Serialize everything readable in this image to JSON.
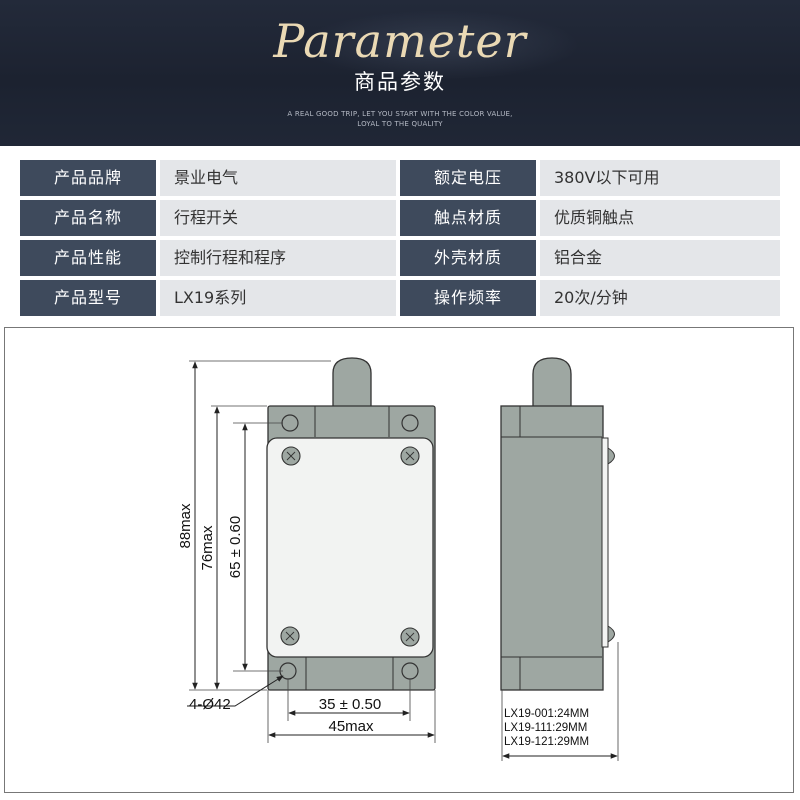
{
  "header": {
    "title_script": "Parameter",
    "title_cn": "商品参数",
    "tagline_line1": "A REAL GOOD TRIP, LET YOU START WITH THE COLOR VALUE,",
    "tagline_line2": "LOYAL TO THE QUALITY"
  },
  "params": [
    {
      "label1": "产品品牌",
      "value1": "景业电气",
      "label2": "额定电压",
      "value2": "380V以下可用"
    },
    {
      "label1": "产品名称",
      "value1": "行程开关",
      "label2": "触点材质",
      "value2": "优质铜触点"
    },
    {
      "label1": "产品性能",
      "value1": "控制行程和程序",
      "label2": "外壳材质",
      "value2": "铝合金"
    },
    {
      "label1": "产品型号",
      "value1": "LX19系列",
      "label2": "操作频率",
      "value2": "20次/分钟"
    }
  ],
  "drawing": {
    "dim_88": "88max",
    "dim_76": "76max",
    "dim_65": "65 ± 0.60",
    "dim_35": "35 ± 0.50",
    "dim_45": "45max",
    "dim_hole": "4-Ø42",
    "models": [
      "LX19-001:24MM",
      "LX19-111:29MM",
      "LX19-121:29MM"
    ]
  },
  "colors": {
    "header_bg": "#1f2533",
    "label_bg": "#3e4a5c",
    "value_bg": "#e4e6e9",
    "housing": "#9ea7a2",
    "cover": "#f2f3f2"
  }
}
